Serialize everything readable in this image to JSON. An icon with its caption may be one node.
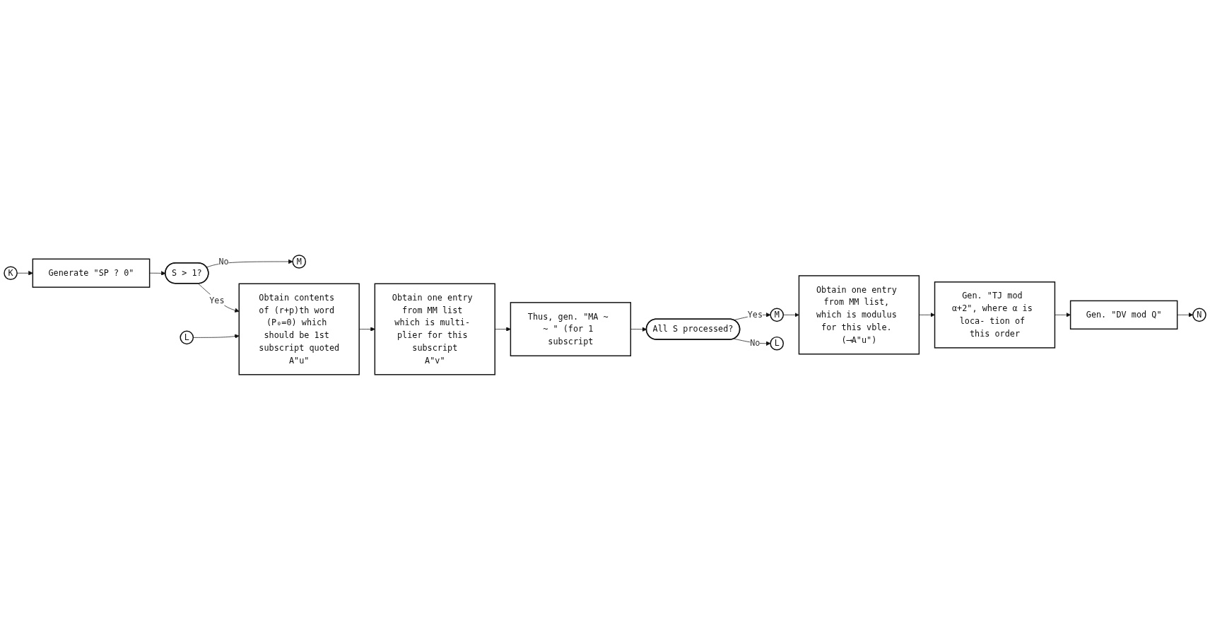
{
  "diagram": {
    "nodes": [
      {
        "text": [
          "K"
        ]
      },
      {
        "text": [
          "Generate \"SP ? 0\""
        ]
      },
      {
        "text": [
          "S > 1?"
        ]
      },
      {
        "text": [
          "L"
        ]
      },
      {
        "text": [
          "M"
        ]
      },
      {
        "text": [
          "Obtain contents of (r+p)th word (P₀=0) which should be 1st subscript quoted",
          "A\"u\""
        ]
      },
      {
        "text": [
          "Obtain one entry from MM list which is multi- plier for this subscript",
          "A\"v\""
        ]
      },
      {
        "text": [
          "Thus, gen. \"MA ~ ~ \" (for 1 subscript"
        ]
      },
      {
        "text": [
          "All S processed?"
        ]
      },
      {
        "text": [
          "M"
        ]
      },
      {
        "text": [
          "L"
        ]
      },
      {
        "text": [
          "Obtain one entry from MM list, which is modulus for this vble. (⟶A\"u\")"
        ]
      },
      {
        "text": [
          "Gen. \"TJ mod α+2\", where α is loca- tion of this order"
        ]
      },
      {
        "text": [
          "Gen. \"DV mod Q\""
        ]
      },
      {
        "text": [
          "N"
        ]
      }
    ],
    "edges": [
      {
        "from": 0,
        "to": 1,
        "arrow": "to"
      },
      {
        "from": 1,
        "to": 2,
        "arrow": "to"
      },
      {
        "from": 2,
        "to": 5,
        "label": "Yes",
        "arrow": "to"
      },
      {
        "from": 3,
        "to": 5,
        "arrow": "to"
      },
      {
        "from": 2,
        "to": 4,
        "label": "No",
        "arrow": "to"
      },
      {
        "from": 5,
        "to": 6,
        "arrow": "to"
      },
      {
        "from": 6,
        "to": 7,
        "arrow": "to"
      },
      {
        "from": 7,
        "to": 8,
        "arrow": "to"
      },
      {
        "from": 8,
        "to": 9,
        "label": "Yes",
        "arrow": "to"
      },
      {
        "from": 8,
        "to": 10,
        "label": "No",
        "arrow": "to"
      },
      {
        "from": 9,
        "to": 11,
        "arrow": "to"
      },
      {
        "from": 11,
        "to": 12,
        "arrow": "to"
      },
      {
        "from": 12,
        "to": 13,
        "arrow": "to"
      },
      {
        "from": 13,
        "to": 14,
        "arrow": "to"
      }
    ]
  }
}
